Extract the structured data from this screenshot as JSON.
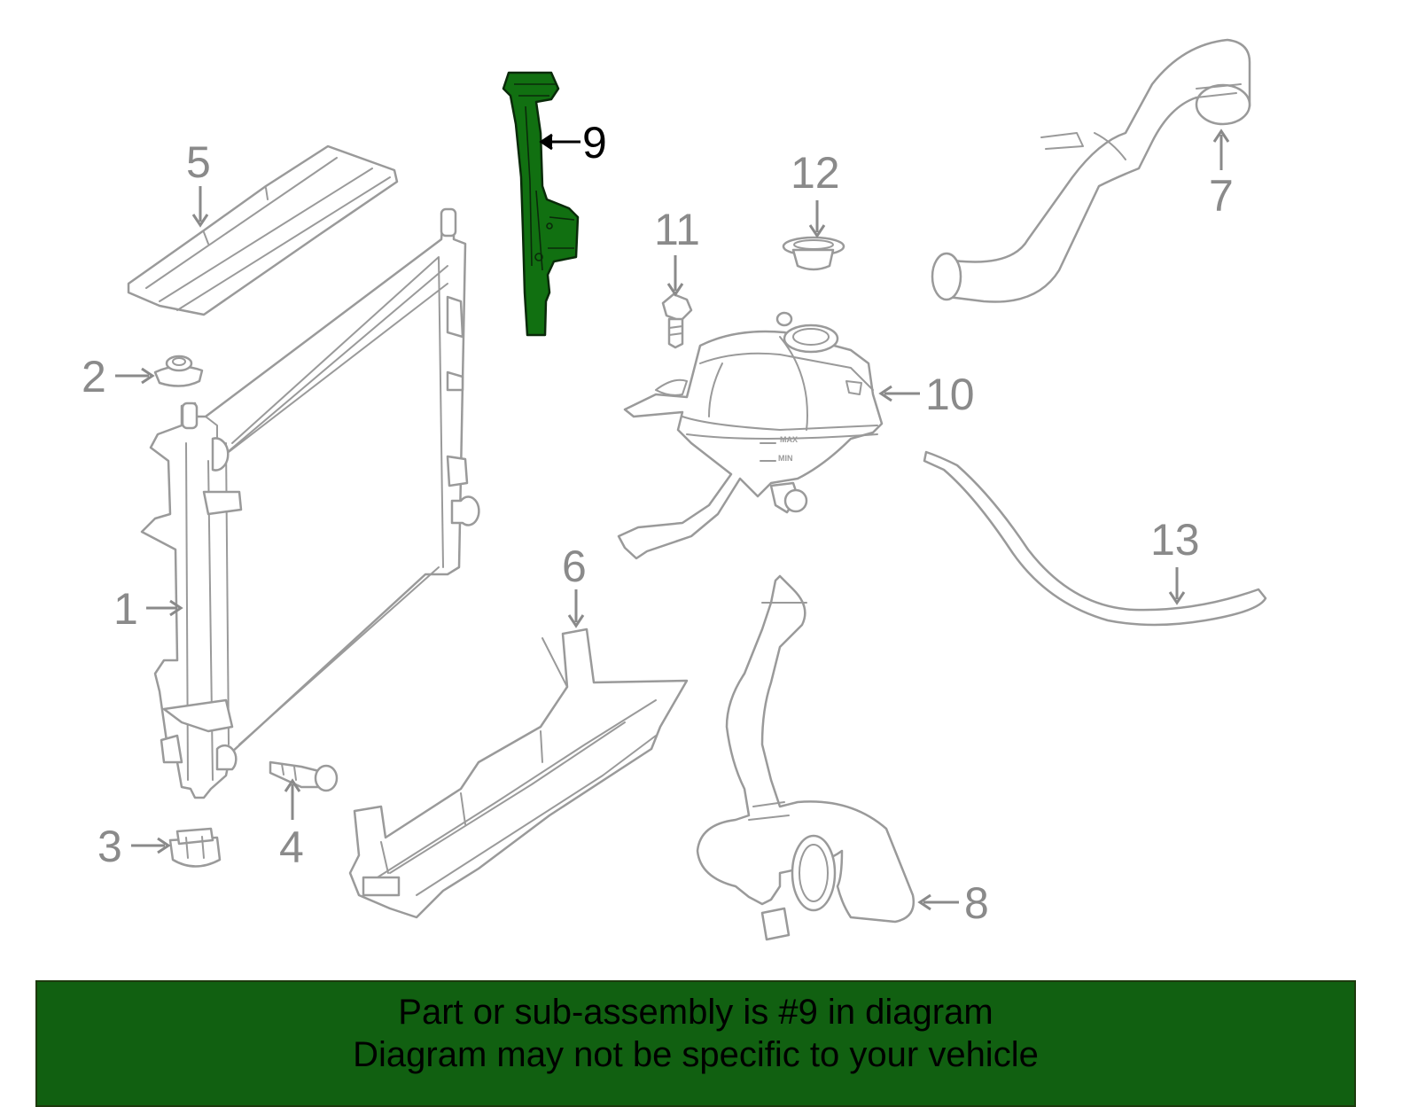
{
  "diagram": {
    "callouts": [
      "1",
      "2",
      "3",
      "4",
      "5",
      "6",
      "7",
      "8",
      "9",
      "10",
      "11",
      "12",
      "13"
    ],
    "highlighted_callout": "9",
    "highlight_color": "#116011",
    "part_outline_color": "#9a9a9a",
    "tank_labels": {
      "max": "MAX",
      "min": "MIN"
    }
  },
  "banner": {
    "line1": "Part or sub-assembly is #9 in diagram",
    "line2": "Diagram may not be specific to your vehicle",
    "background": "#116011"
  }
}
